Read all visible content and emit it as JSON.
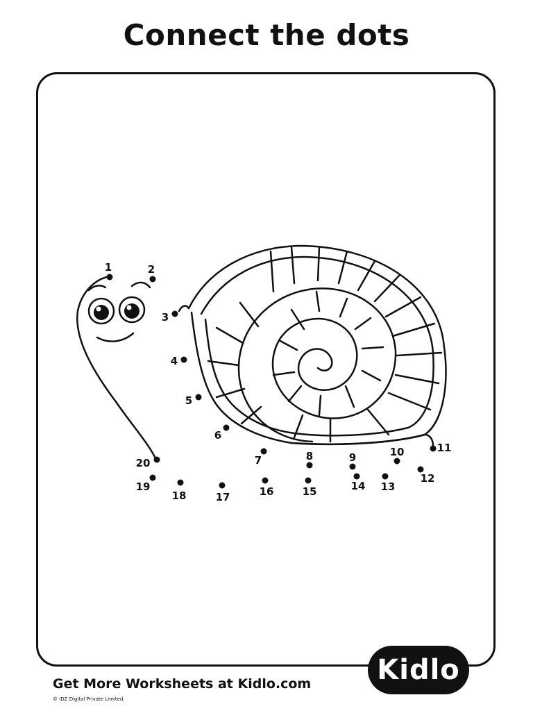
{
  "header": {
    "title": "Connect the dots"
  },
  "dots": [
    {
      "n": "1"
    },
    {
      "n": "2"
    },
    {
      "n": "3"
    },
    {
      "n": "4"
    },
    {
      "n": "5"
    },
    {
      "n": "6"
    },
    {
      "n": "7"
    },
    {
      "n": "8"
    },
    {
      "n": "9"
    },
    {
      "n": "10"
    },
    {
      "n": "11"
    },
    {
      "n": "12"
    },
    {
      "n": "13"
    },
    {
      "n": "14"
    },
    {
      "n": "15"
    },
    {
      "n": "16"
    },
    {
      "n": "17"
    },
    {
      "n": "18"
    },
    {
      "n": "19"
    },
    {
      "n": "20"
    }
  ],
  "footer": {
    "text": "Get More Worksheets at Kidlo.com",
    "copyright": "© IDZ Digital Private Limited."
  },
  "logo": {
    "text": "Kidlo"
  }
}
